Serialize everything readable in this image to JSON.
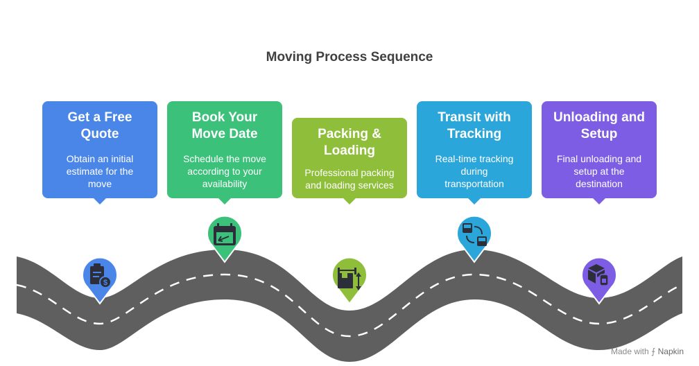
{
  "title": "Moving Process Sequence",
  "steps": [
    {
      "title_line1": "Get a Free",
      "title_line2": "Quote",
      "desc_lines": [
        "Obtain an initial",
        "estimate for the",
        "move"
      ],
      "color": "#4A86E8",
      "icon": "quote-clipboard-dollar-icon"
    },
    {
      "title_line1": "Book Your",
      "title_line2": "Move Date",
      "desc_lines": [
        "Schedule the move",
        "according to your",
        "availability"
      ],
      "color": "#3BC17A",
      "icon": "calendar-icon"
    },
    {
      "title_line1": "Packing &",
      "title_line2": "Loading",
      "desc_lines": [
        "Professional packing",
        "and loading services"
      ],
      "color": "#8FBF3A",
      "icon": "package-dimensions-icon"
    },
    {
      "title_line1": "Transit with",
      "title_line2": "Tracking",
      "desc_lines": [
        "Real-time tracking",
        "during",
        "transportation"
      ],
      "color": "#2AA6DA",
      "icon": "bus-transit-icon"
    },
    {
      "title_line1": "Unloading and",
      "title_line2": "Setup",
      "desc_lines": [
        "Final unloading and",
        "setup at the",
        "destination"
      ],
      "color": "#7E5DE5",
      "icon": "box-unpack-icon"
    }
  ],
  "footer": {
    "made_with": "Made with",
    "brand": "Napkin"
  }
}
